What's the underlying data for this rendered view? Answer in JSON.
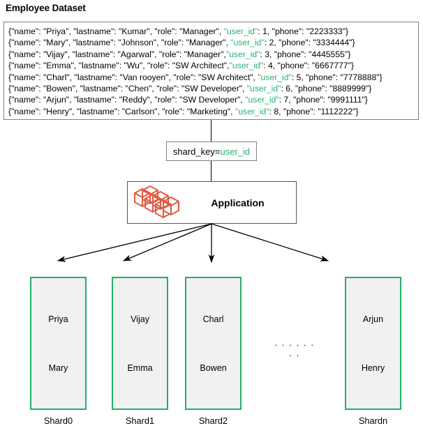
{
  "page_title": "Employee Dataset",
  "colors": {
    "shard_border": "#22b066",
    "shard_fill": "#f1f1f1",
    "accent_green": "#2ab06f",
    "app_icon": "#e05b44",
    "box_border": "#808080"
  },
  "dataset": {
    "rows": [
      {
        "prefix": "{\"name\": \"Priya\", \"lastname\": \"Kumar\", \"role\": \"Manager\", ",
        "user_id_key": "\"user_id\"",
        "user_id_value": ": 1, ",
        "suffix": " \"phone\": \"2223333\"}"
      },
      {
        "prefix": "{\"name\": \"Mary\", \"lastname\": \"Johnson\", \"role\": \"Manager\", ",
        "user_id_key": "\"user_id\"",
        "user_id_value": ": 2, ",
        "suffix": "\"phone\": \"3334444\"}"
      },
      {
        "prefix": "{\"name\": \"Vijay\", \"lastname\": \"Agarwal\", \"role\": \"Manager\",",
        "user_id_key": "\"user_id\"",
        "user_id_value": ": 3, ",
        "suffix": "\"phone\": \"4445555\"}"
      },
      {
        "prefix": "{\"name\": \"Emma\", \"lastname\": \"Wu\", \"role\": \"SW Architect\",",
        "user_id_key": "\"user_id\"",
        "user_id_value": ": 4, ",
        "suffix": "\"phone\": \"6667777\"}"
      },
      {
        "prefix": "{\"name\": \"Charl\", \"lastname\": \"Van rooyen\", \"role\": \"SW Architect\", ",
        "user_id_key": "\"user_id\"",
        "user_id_value": ": 5, ",
        "suffix": "\"phone\": \"7778888\"}"
      },
      {
        "prefix": "{\"name\": \"Bowen\", \"lastname\": \"Chen\", \"role\": \"SW Developer\", ",
        "user_id_key": "\"user_id\"",
        "user_id_value": ": 6, ",
        "suffix": "\"phone\": \"8889999\"}"
      },
      {
        "prefix": "{\"name\": \"Arjun\", \"lastname\": \"Reddy\", \"role\": \"SW Developer\", ",
        "user_id_key": "\"user_id\"",
        "user_id_value": ": 7, ",
        "suffix": "\"phone\": \"9991111\"}"
      },
      {
        "prefix": "{\"name\": \"Henry\", \"lastname\": \"Carlson\", \"role\": \"Marketing\", ",
        "user_id_key": "\"user_id\"",
        "user_id_value": ": 8, ",
        "suffix": "\"phone\": \"1112222\"}"
      }
    ]
  },
  "shard_key": {
    "label": "shard_key=",
    "value": "user_id"
  },
  "application": {
    "label": "Application",
    "icon": "cubes-cluster-icon"
  },
  "shards": [
    {
      "label": "Shard0",
      "names": [
        "Priya",
        "Mary"
      ]
    },
    {
      "label": "Shard1",
      "names": [
        "Vijay",
        "Emma"
      ]
    },
    {
      "label": "Shard2",
      "names": [
        "Charl",
        "Bowen"
      ]
    },
    {
      "label": "Shardn",
      "names": [
        "Arjun",
        "Henry"
      ]
    }
  ],
  "ellipsis": ". . . . . . . ."
}
